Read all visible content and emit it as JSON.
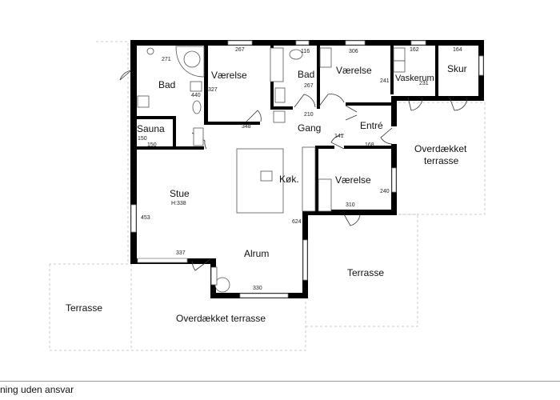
{
  "rooms": {
    "bad1": "Bad",
    "vaerelse1": "Værelse",
    "bad2": "Bad",
    "vaerelse2": "Værelse",
    "vaskerum": "Vaskerum",
    "skur": "Skur",
    "sauna": "Sauna",
    "gang": "Gang",
    "entre": "Entré",
    "kokken": "Køk.",
    "vaerelse3": "Værelse",
    "stue": "Stue",
    "stue_height": "H:338",
    "alrum": "Alrum"
  },
  "outdoor": {
    "overdaekket_right_1": "Overdækket",
    "overdaekket_right_2": "terrasse",
    "terrasse_middle": "Terrasse",
    "terrasse_left": "Terrasse",
    "overdaekket_bottom": "Overdækket terrasse"
  },
  "dimensions": {
    "d271": "271",
    "d267a": "267",
    "d116": "116",
    "d306": "306",
    "d162": "162",
    "d164": "164",
    "d440": "440",
    "d327": "327",
    "d267b": "267",
    "d241": "241",
    "d231": "231",
    "d348": "348",
    "d210": "210",
    "d150a": "150",
    "d150b": "150",
    "d141": "141",
    "d168": "168",
    "d240": "240",
    "d310": "310",
    "d453": "453",
    "d624": "624",
    "d337": "337",
    "d330": "330"
  },
  "footer": {
    "disclaimer": "ning uden ansvar"
  }
}
